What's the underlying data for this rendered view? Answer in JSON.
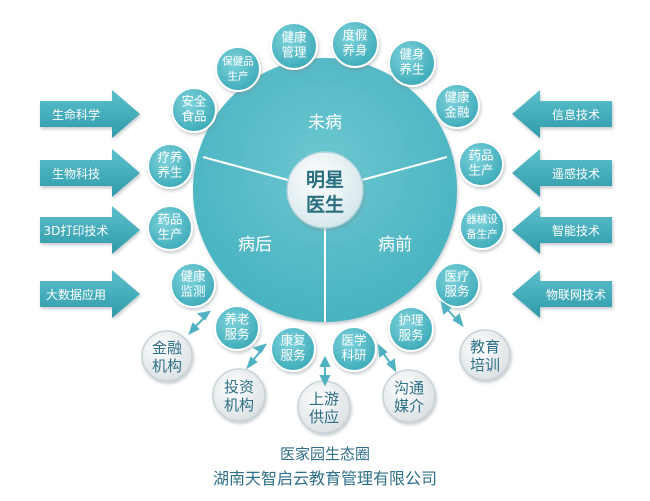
{
  "colors": {
    "teal": "#4fb8c4",
    "teal_dark": "#2f99a6",
    "arrow": "#3ca6b6",
    "text_dark": "#225a6b",
    "grey_text": "#2d6f86"
  },
  "center": {
    "line1": "明星",
    "line2": "医生"
  },
  "segments": {
    "top": "未病",
    "left": "病后",
    "right": "病前"
  },
  "outer_circles": {
    "jiankang_guanli": [
      "健康",
      "管理"
    ],
    "dujia_yangshen": [
      "度假",
      "养身"
    ],
    "jianshen_yangsheng": [
      "健身",
      "养生"
    ],
    "baojianpin": [
      "保健品",
      "生产"
    ],
    "anquan_shipin": [
      "安全",
      "食品"
    ],
    "jiankang_jinrong": [
      "健康",
      "金融"
    ],
    "liaoyang_yangsheng": [
      "疗养",
      "养生"
    ],
    "yaopin_shengchan_right": [
      "药品",
      "生产"
    ],
    "yaopin_shengchan_left": [
      "药品",
      "生产"
    ],
    "qixie_shebei": [
      "器械设",
      "备生产"
    ],
    "jiankang_jiance": [
      "健康",
      "监测"
    ],
    "yiliao_fuwu": [
      "医疗",
      "服务"
    ],
    "yanglao_fuwu": [
      "养老",
      "服务"
    ],
    "huli_fuwu": [
      "护理",
      "服务"
    ],
    "kangfu_fuwu": [
      "康复",
      "服务"
    ],
    "yixue_keyan": [
      "医学",
      "科研"
    ]
  },
  "grey_circles": {
    "jinrong_jigou": [
      "金融",
      "机构"
    ],
    "touzi_jigou": [
      "投资",
      "机构"
    ],
    "shangyou_gongying": [
      "上游",
      "供应"
    ],
    "goutong_meijie": [
      "沟通",
      "媒介"
    ],
    "jiaoyu_peixun": [
      "教育",
      "培训"
    ]
  },
  "left_arrows": [
    "生命科学",
    "生物科技",
    "3D打印技术",
    "大数据应用"
  ],
  "right_arrows": [
    "信息技术",
    "遥感技术",
    "智能技术",
    "物联网技术"
  ],
  "footer": {
    "line1": "医家园生态圈",
    "line2": "湖南天智启云教育管理有限公司"
  }
}
